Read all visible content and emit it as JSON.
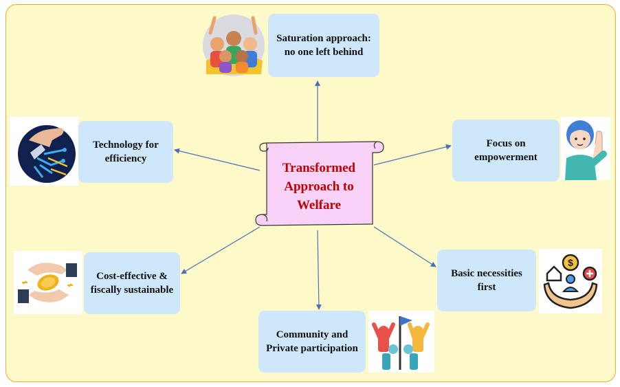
{
  "center": {
    "title": "Transformed Approach to Welfare"
  },
  "nodes": {
    "saturation": "Saturation approach: no one left behind",
    "technology": "Technology for efficiency",
    "empowerment": "Focus on empowerment",
    "cost": "Cost-effective & fiscally sustainable",
    "necessities": "Basic necessities first",
    "community": "Community and Private participation"
  },
  "icons": {
    "saturation": "crowd-of-people-icon",
    "technology": "robot-hand-circuit-icon",
    "empowerment": "flexing-person-icon",
    "cost": "hands-passing-coin-icon",
    "necessities": "hands-holding-needs-icon",
    "community": "people-with-flag-icon"
  },
  "colors": {
    "background": "#fdf9c9",
    "border": "#f0a93a",
    "box": "#cfe7fb",
    "scroll": "#f7d2f6",
    "title": "#c00000",
    "arrow": "#4a6fb8"
  }
}
